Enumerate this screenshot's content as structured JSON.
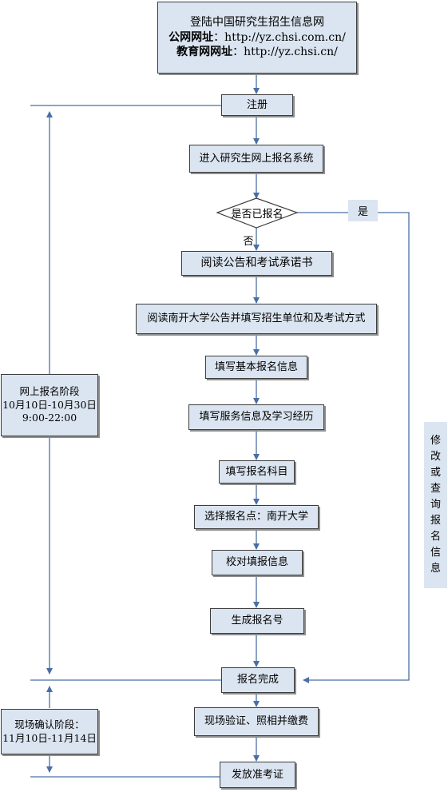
{
  "header": {
    "line1": "登陆中国研究生招生信息网",
    "line2_label": "公网网址",
    "line2_url": "：http://yz.chsi.com.cn/",
    "line3_label": "教育网网址",
    "line3_url": "：http://yz.chsi.cn/"
  },
  "steps": {
    "register": "注册",
    "enter_system": "进入研究生网上报名系统",
    "decision": "是否已报名",
    "yes": "是",
    "no": "否",
    "read_notice": "阅读公告和考试承诺书",
    "read_nankai": "阅读南开大学公告并填写招生单位和及考试方式",
    "basic_info": "填写基本报名信息",
    "service_info": "填写服务信息及学习经历",
    "subjects": "填写报名科目",
    "site": "选择报名点：南开大学",
    "verify": "校对填报信息",
    "generate": "生成报名号",
    "complete": "报名完成",
    "onsite": "现场验证、照相并缴费",
    "admit_card": "发放准考证"
  },
  "phases": {
    "online_title": "网上报名阶段",
    "online_dates": "10月10日-10月30日",
    "online_hours": "9:00-22:00",
    "onsite_title": "现场确认阶段：",
    "onsite_dates": "11月10日-11月14日"
  },
  "side": {
    "modify_chars": [
      "修",
      "改",
      "或",
      "查",
      "询",
      "报",
      "名",
      "信",
      "息"
    ]
  },
  "colors": {
    "box_fill": "#dbe5f1",
    "line": "#4a6fa5"
  }
}
